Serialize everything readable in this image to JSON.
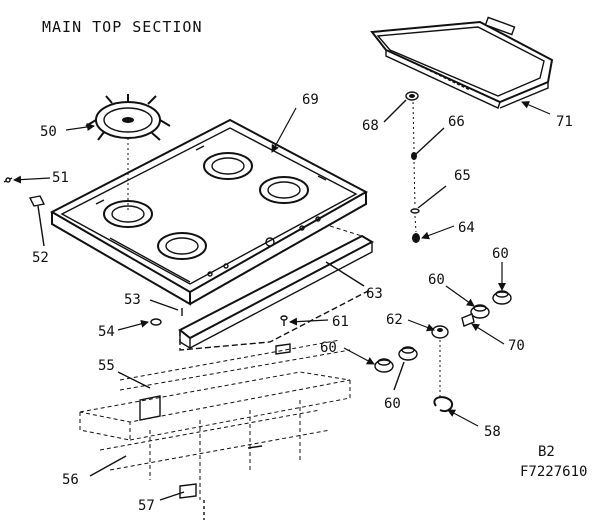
{
  "title": "MAIN TOP SECTION",
  "page_code": "B2",
  "drawing_number": "F7227610",
  "callouts": {
    "p50": "50",
    "p51": "51",
    "p52": "52",
    "p53": "53",
    "p54": "54",
    "p55": "55",
    "p56": "56",
    "p57": "57",
    "p58": "58",
    "p60a": "60",
    "p60b": "60",
    "p60c": "60",
    "p60d": "60",
    "p61": "61",
    "p62": "62",
    "p63": "63",
    "p64": "64",
    "p65": "65",
    "p66": "66",
    "p68": "68",
    "p69": "69",
    "p70": "70",
    "p71": "71"
  }
}
